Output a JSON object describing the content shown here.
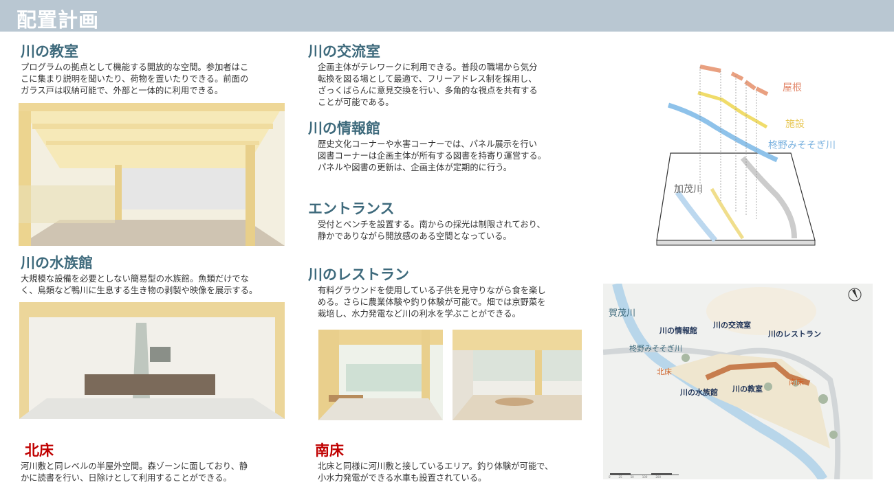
{
  "title": "配置計画",
  "sections": {
    "classroom": {
      "title": "川の教室",
      "text": "プログラムの拠点として機能する開放的な空間。参加者はこ\nこに集まり説明を聞いたり、荷物を置いたりできる。前面の\nガラス戸は収納可能で、外部と一体的に利用できる。"
    },
    "aquarium": {
      "title": "川の水族館",
      "text": "大規模な設備を必要としない簡易型の水族館。魚類だけでな\nく、鳥類など鴨川に生息する生き物の剥製や映像を展示する。"
    },
    "kitayuka": {
      "title": "北床",
      "text": "河川敷と同レベルの半屋外空間。森ゾーンに面しており、静\nかに読書を行い、日除けとして利用することができる。"
    },
    "exchange": {
      "title": "川の交流室",
      "text": "企画主体がテレワークに利用できる。普段の職場から気分\n転換を図る場として最適で、フリーアドレス制を採用し、\nざっくばらんに意見交換を行い、多角的な視点を共有する\nことが可能である。"
    },
    "info": {
      "title": "川の情報館",
      "text": "歴史文化コーナーや水害コーナーでは、パネル展示を行い\n図書コーナーは企画主体が所有する図書を持寄り運営する。\nパネルや図書の更新は、企画主体が定期的に行う。"
    },
    "entrance": {
      "title": "エントランス",
      "text": "受付とベンチを設置する。南からの採光は制限されており、\n静かでありながら開放感のある空間となっている。"
    },
    "restaurant": {
      "title": "川のレストラン",
      "text": "有料グラウンドを使用している子供を見守りながら食を楽し\nめる。さらに農業体験や釣り体験が可能で。畑では京野菜を\n栽培し、水力発電など川の利水を学ぶことができる。"
    },
    "minamiyuka": {
      "title": "南床",
      "text": "北床と同様に河川敷と接しているエリア。釣り体験が可能で、\n小水力発電ができる水車も設置されている。"
    }
  },
  "axo": {
    "roof": "屋根",
    "facility": "施設",
    "stream": "柊野みそそぎ川",
    "kamo": "加茂川"
  },
  "map": {
    "kamo": "賀茂川",
    "stream": "柊野みそそぎ川",
    "info": "川の情報館",
    "exchange": "川の交流室",
    "restaurant": "川のレストラン",
    "kitayuka": "北床",
    "minamiyuka": "南床",
    "aquarium": "川の水族館",
    "classroom": "川の教室",
    "scale": [
      "0",
      "25",
      "50",
      "100",
      "200"
    ]
  },
  "colors": {
    "accent": "#3e6a7c",
    "red": "#c00000",
    "header": "#b9c7d2"
  }
}
